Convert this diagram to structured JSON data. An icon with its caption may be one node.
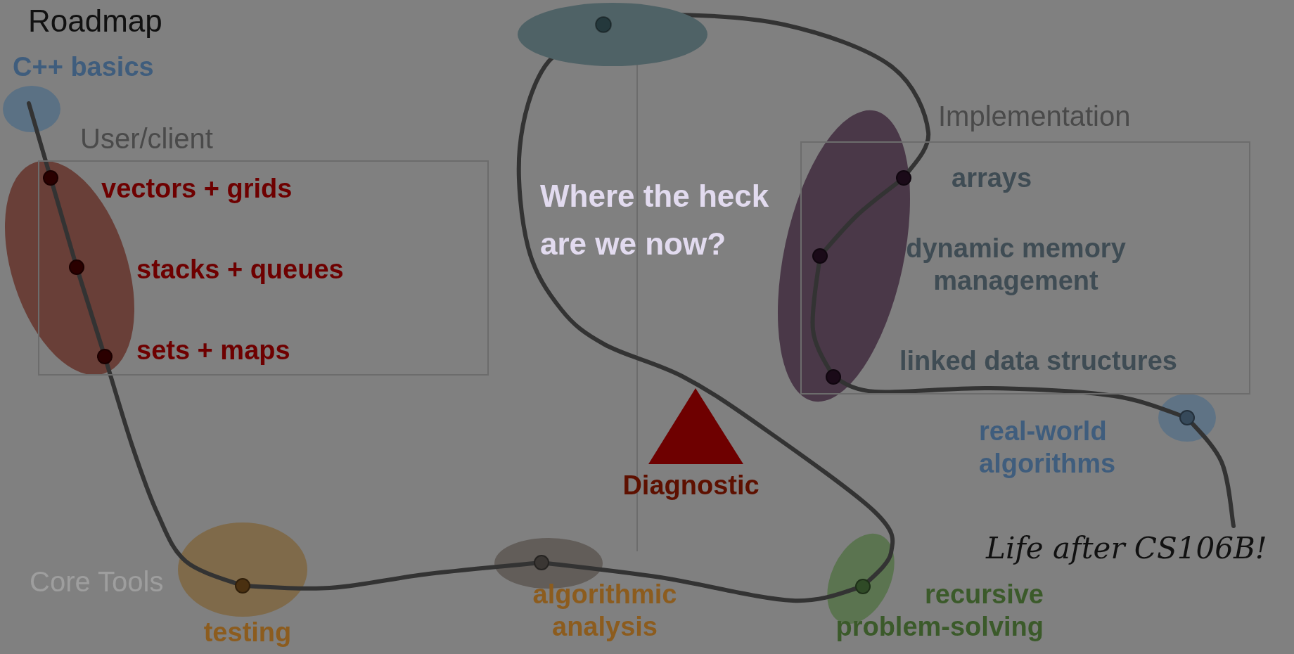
{
  "diagram": {
    "title": "Roadmap",
    "nodes": [
      {
        "text": [
          "C++ basics"
        ]
      },
      {
        "text": [],
        "shape": "ellipse"
      },
      {
        "text": [
          "User/client"
        ]
      },
      {
        "text": [
          "vectors + grids"
        ],
        "in": 2
      },
      {
        "text": [
          "stacks + queues"
        ],
        "in": 2
      },
      {
        "text": [
          "sets + maps"
        ],
        "in": 2
      },
      {
        "text": [
          "Implementation"
        ]
      },
      {
        "text": [
          "arrays"
        ],
        "in": 6
      },
      {
        "text": [
          "dynamic memory management"
        ],
        "in": 6
      },
      {
        "text": [
          "linked data structures"
        ],
        "in": 6
      },
      {
        "text": [
          "real-world algorithms"
        ]
      },
      {
        "text": [
          "Diagnostic"
        ]
      },
      {
        "text": [
          "Life after CS106B!"
        ]
      },
      {
        "text": [
          "testing"
        ]
      },
      {
        "text": [
          "algorithmic analysis"
        ]
      },
      {
        "text": [
          "recursive problem-solving"
        ]
      }
    ],
    "edges": [
      {
        "from": 0,
        "to": 3,
        "arrow": "none"
      },
      {
        "from": 3,
        "to": 4,
        "arrow": "none"
      },
      {
        "from": 4,
        "to": 5,
        "arrow": "none"
      },
      {
        "from": 5,
        "to": 13,
        "arrow": "none"
      },
      {
        "from": 13,
        "to": 14,
        "arrow": "none"
      },
      {
        "from": 14,
        "to": 15,
        "arrow": "none"
      },
      {
        "from": 15,
        "to": 1,
        "arrow": "none"
      },
      {
        "from": 1,
        "to": 7,
        "arrow": "none"
      },
      {
        "from": 7,
        "to": 8,
        "arrow": "none"
      },
      {
        "from": 8,
        "to": 9,
        "arrow": "none"
      },
      {
        "from": 9,
        "to": 10,
        "arrow": "none"
      },
      {
        "from": 10,
        "to": 12,
        "arrow": "none"
      }
    ],
    "labels": [
      "Where the heck are we now?",
      "Core Tools"
    ]
  }
}
